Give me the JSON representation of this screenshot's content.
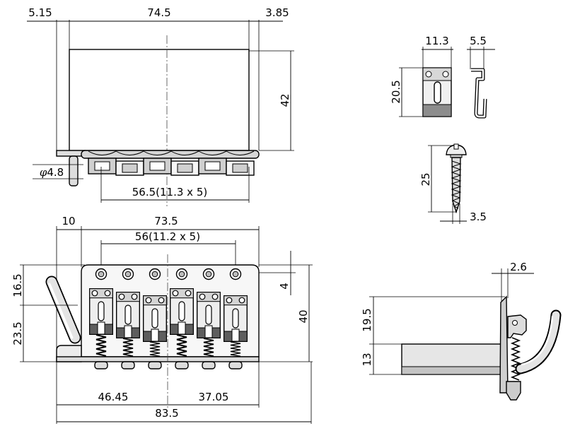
{
  "top_view": {
    "left_overhang": "5.15",
    "plate_width": "74.5",
    "right_overhang": "3.85",
    "plate_depth": "42",
    "arm_diameter_symbol": "φ",
    "arm_diameter": "4.8",
    "string_spacing": "56.5(11.3 x 5)"
  },
  "front_view": {
    "arm_offset": "10",
    "plate_width": "73.5",
    "hole_spacing": "56(11.2 x 5)",
    "upper_height": "16.5",
    "lower_height": "23.5",
    "hole_offset": "4",
    "total_height": "40",
    "left_to_center": "46.45",
    "center_to_right": "37.05",
    "overall_width": "83.5"
  },
  "string_retainer": {
    "front_width": "11.3",
    "side_width": "5.5",
    "height": "20.5"
  },
  "mounting_screw": {
    "length": "25",
    "diameter": "3.5"
  },
  "side_view": {
    "plate_thickness": "2.6",
    "upper_height": "19.5",
    "block_height": "13"
  }
}
